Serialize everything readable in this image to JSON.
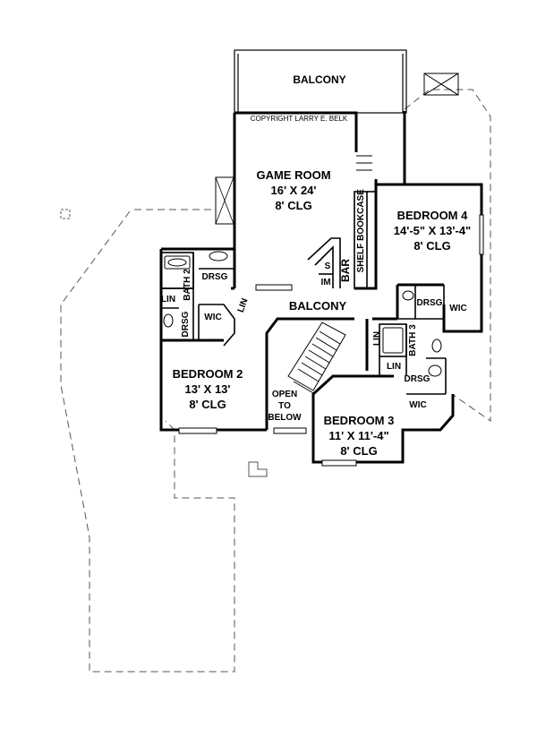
{
  "copyright": "COPYRIGHT LARRY E. BELK",
  "rooms": {
    "balcony_top": "BALCONY",
    "game_room": {
      "name": "GAME ROOM",
      "size": "16' X 24'",
      "ceiling": "8' CLG"
    },
    "bedroom4": {
      "name": "BEDROOM 4",
      "size": "14'-5\" X 13'-4\"",
      "ceiling": "8' CLG"
    },
    "bedroom2": {
      "name": "BEDROOM 2",
      "size": "13' X 13'",
      "ceiling": "8' CLG"
    },
    "bedroom3": {
      "name": "BEDROOM 3",
      "size": "11' X 11'-4\"",
      "ceiling": "8' CLG"
    },
    "balcony_mid": "BALCONY",
    "open_to_below": [
      "OPEN",
      "TO",
      "BELOW"
    ]
  },
  "fixtures": {
    "bookcase": "BOOKCASE",
    "shelf": "SHELF",
    "bar": "BAR",
    "im": "IM",
    "s": "S",
    "drsg_a": "DRSG",
    "bath2": "BATH 2",
    "lin_a": "LIN",
    "drsg_b": "DRSG",
    "wic_a": "WIC",
    "lin_b": "LIN",
    "drsg_c": "DRSG",
    "wic_b": "WIC",
    "lin_c": "LIN",
    "bath3": "BATH 3",
    "lin_d": "LIN",
    "drsg_d": "DRSG",
    "wic_c": "WIC"
  }
}
